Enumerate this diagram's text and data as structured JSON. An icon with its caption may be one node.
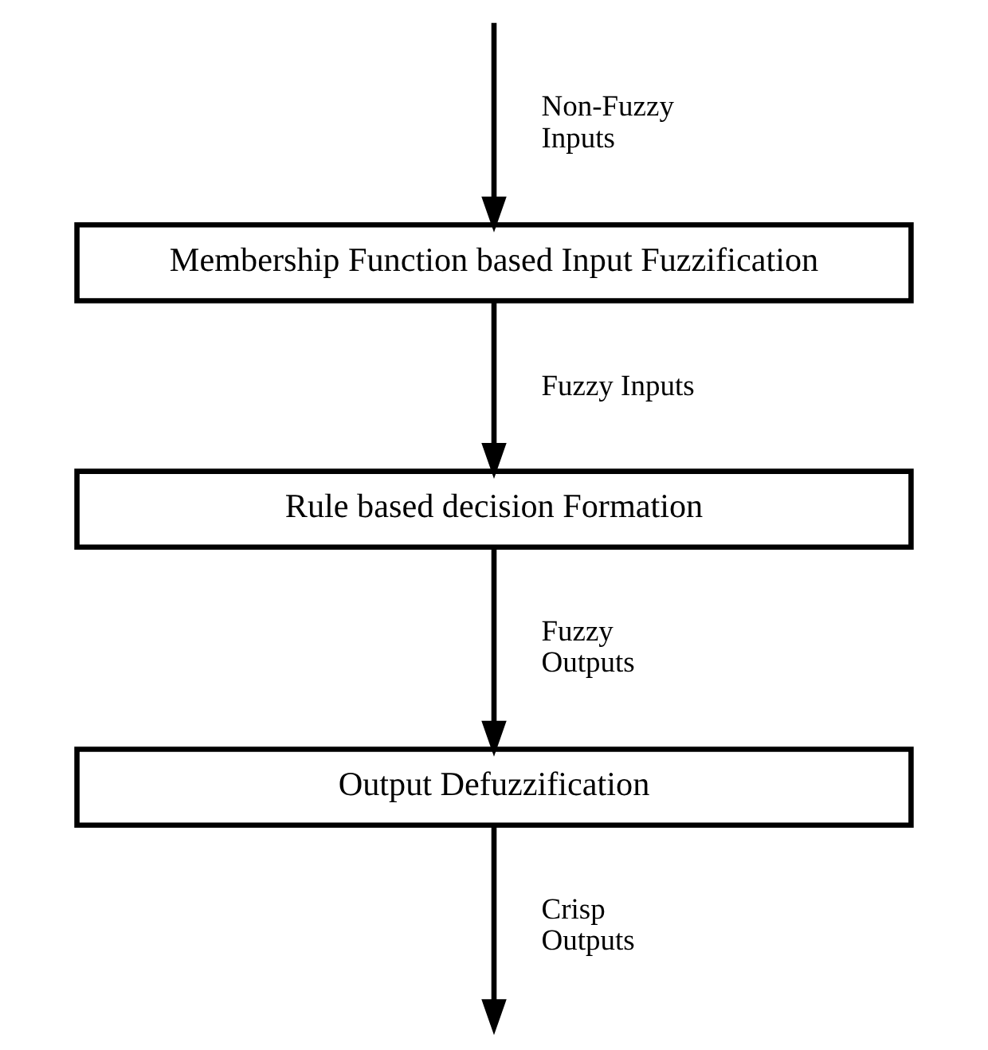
{
  "diagram": {
    "nodes": [
      {
        "text": [
          "Membership Function based Input Fuzzification"
        ]
      },
      {
        "text": [
          "Rule based decision Formation"
        ]
      },
      {
        "text": [
          "Output Defuzzification"
        ]
      }
    ],
    "edges": [
      {
        "from": null,
        "to": 0,
        "arrow": "to",
        "label": "Non-Fuzzy Inputs"
      },
      {
        "from": 0,
        "to": 1,
        "arrow": "to",
        "label": "Fuzzy Inputs"
      },
      {
        "from": 1,
        "to": 2,
        "arrow": "to",
        "label": "Fuzzy Outputs"
      },
      {
        "from": 2,
        "to": null,
        "arrow": "to",
        "label": "Crisp Outputs"
      }
    ]
  }
}
